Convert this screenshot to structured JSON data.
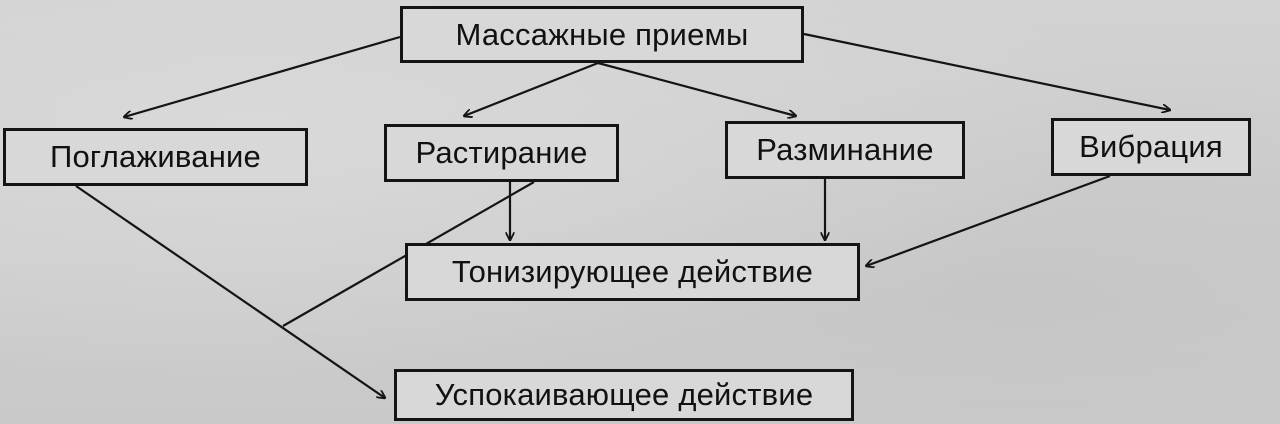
{
  "diagram": {
    "root": "Массажные приемы",
    "techniques": [
      "Поглаживание",
      "Растирание",
      "Разминание",
      "Вибрация"
    ],
    "effects": {
      "toning": "Тонизирующее действие",
      "calming": "Успокаивающее действие"
    }
  },
  "colors": {
    "line": "#141414",
    "box_fill": "#d8d8d8",
    "background": "#cfcfcf"
  }
}
